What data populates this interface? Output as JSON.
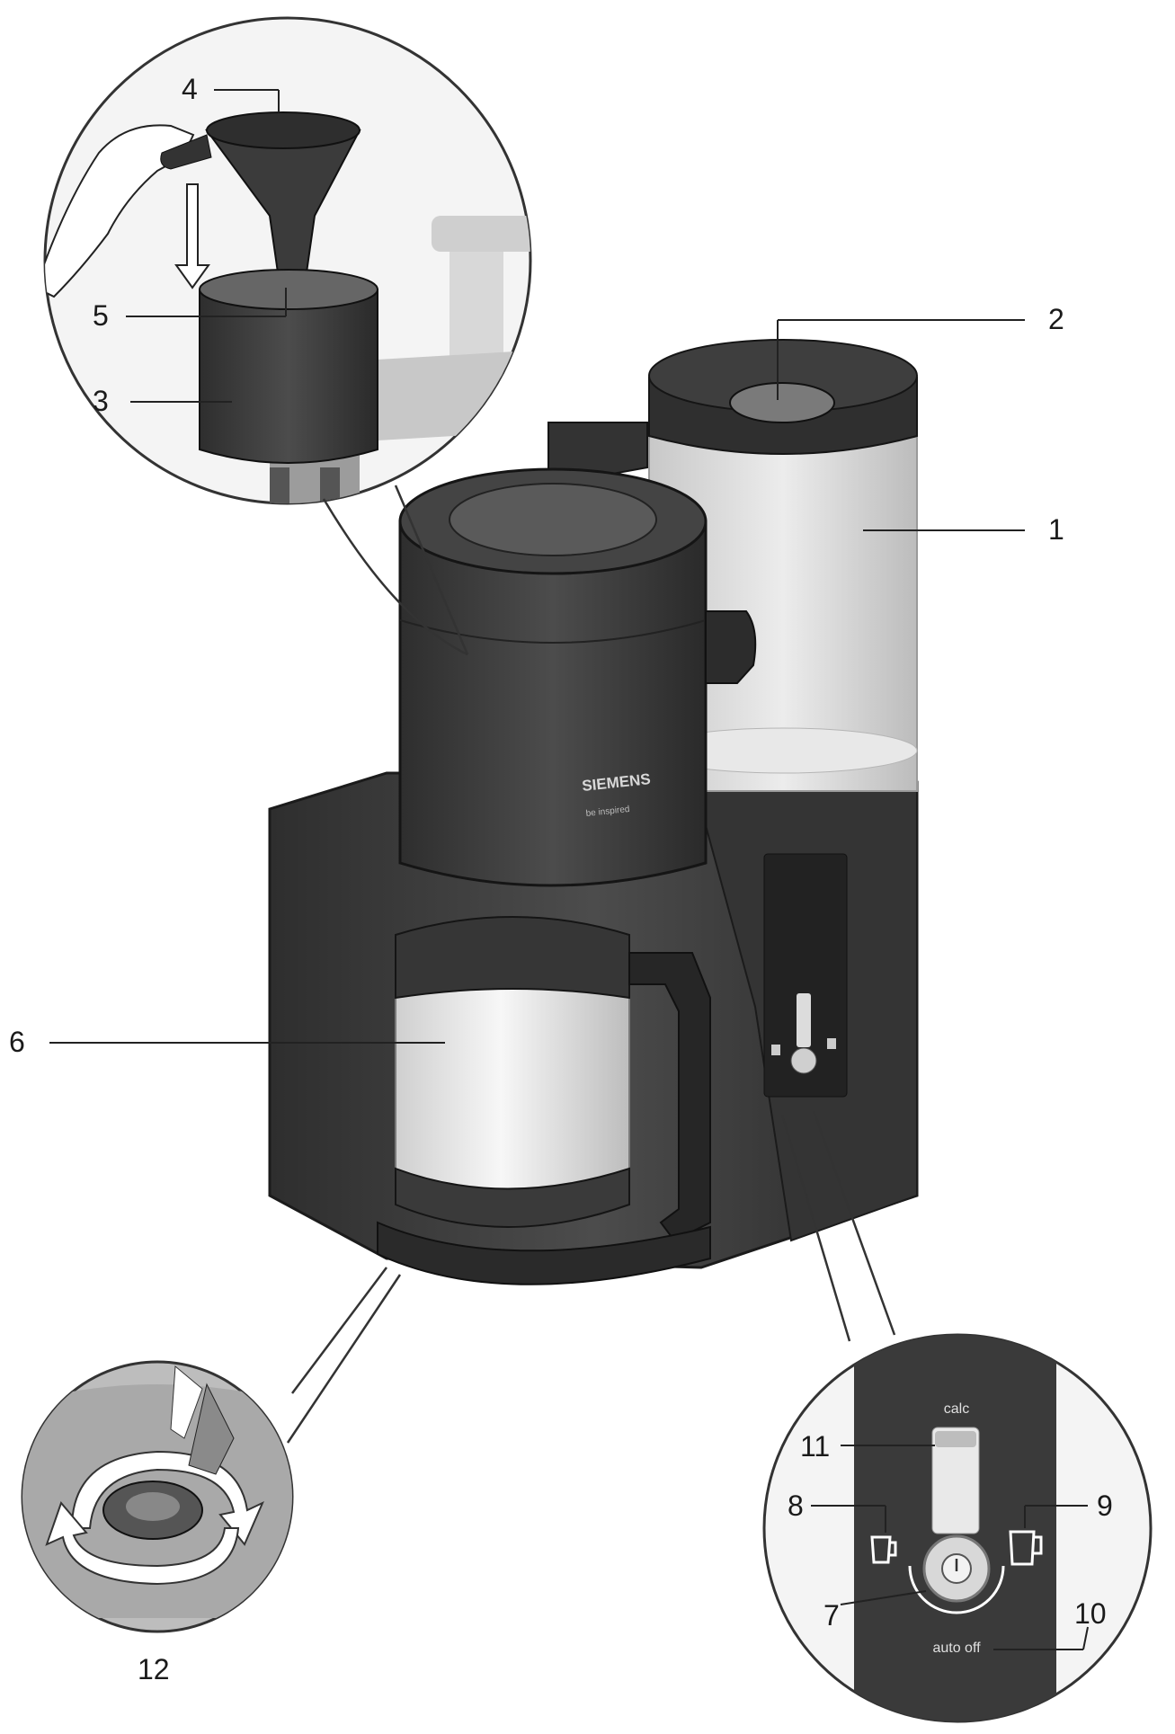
{
  "brand": {
    "name": "SIEMENS",
    "tagline": "be inspired"
  },
  "control_panel": {
    "calc_label": "calc",
    "auto_off_label": "auto off"
  },
  "callouts": [
    {
      "id": "1",
      "label": "1"
    },
    {
      "id": "2",
      "label": "2"
    },
    {
      "id": "3",
      "label": "3"
    },
    {
      "id": "4",
      "label": "4"
    },
    {
      "id": "5",
      "label": "5"
    },
    {
      "id": "6",
      "label": "6"
    },
    {
      "id": "7",
      "label": "7"
    },
    {
      "id": "8",
      "label": "8"
    },
    {
      "id": "9",
      "label": "9"
    },
    {
      "id": "10",
      "label": "10"
    },
    {
      "id": "11",
      "label": "11"
    },
    {
      "id": "12",
      "label": "12"
    }
  ],
  "colors": {
    "body_dark": "#3a3a3a",
    "body_mid": "#5a5a5a",
    "line": "#222222",
    "glass": "#d9d9d9",
    "steel": "#e6e6e6"
  }
}
